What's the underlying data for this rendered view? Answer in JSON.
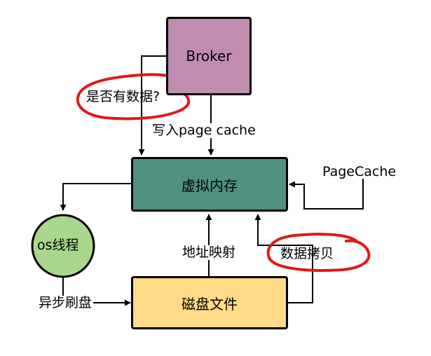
{
  "nodes": {
    "broker": "Broker",
    "virtual_memory": "虚拟内存",
    "disk_file": "磁盘文件",
    "os_thread": "os线程"
  },
  "labels": {
    "has_data": "是否有数据?",
    "write_page_cache": "写入page cache",
    "page_cache": "PageCache",
    "address_mapping": "地址映射",
    "data_copy": "数据拷贝",
    "async_flush": "异步刷盘"
  },
  "colors": {
    "broker_fill": "#c08db0",
    "memory_fill": "#4e917e",
    "disk_fill": "#ffdb87",
    "thread_fill": "#a9d78c",
    "annotation": "#e01818"
  }
}
